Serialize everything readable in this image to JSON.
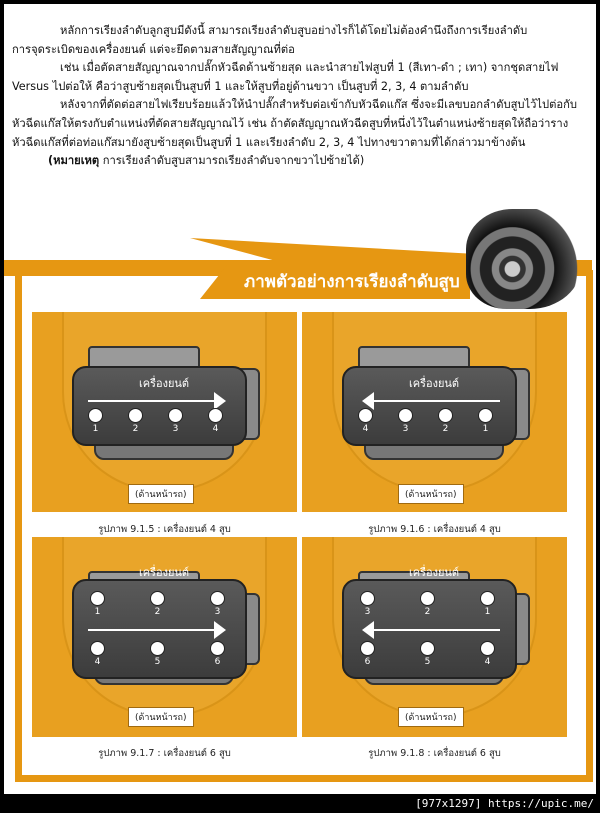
{
  "paragraphs": [
    "หลักการเรียงลำดับลูกสูบมีดังนี้  สามารถเรียงลำดับสูบอย่างไรก็ได้โดยไม่ต้องคำนึงถึงการเรียงลำดับ",
    "การจุดระเบิดของเครื่องยนต์ แต่จะยึดตามสายสัญญาณที่ต่อ",
    "เช่น  เมื่อตัดสายสัญญาณจากปลั๊กหัวฉีดด้านซ้ายสุด และนำสายไฟสูบที่ 1 (สีเทา-ดำ ; เทา) จากชุดสายไฟ",
    "Versus ไปต่อให้ คือว่าสูบซ้ายสุดเป็นสูบที่ 1 และให้สูบที่อยู่ด้านขวา เป็นสูบที่ 2, 3, 4 ตามลำดับ",
    "หลังจากที่ตัดต่อสายไฟเรียบร้อยแล้วให้นำปลั๊กสำหรับต่อเข้ากับหัวฉีดแก๊ส  ซึ่งจะมีเลขบอกลำดับสูบไว้ไปต่อกับ",
    "หัวฉีดแก๊สให้ตรงกับตำแหน่งที่ตัดสายสัญญาณไว้ เช่น ถ้าตัดสัญญาณหัวฉีดสูบที่หนึ่งไว้ในตำแหน่งซ้ายสุดให้ถือว่าราง",
    "หัวฉีดแก๊สที่ต่อท่อแก๊สมายังสูบซ้ายสุดเป็นสูบที่ 1 และเรียงลำดับ 2, 3, 4 ไปทางขวาตามที่ได้กล่าวมาข้างต้น"
  ],
  "note_label": "(หมายเหตุ",
  "note_text": " การเรียงลำดับสูบสามารถเรียงลำดับจากขวาไปซ้ายได้)",
  "banner_title": "ภาพตัวอย่างการเรียงลำดับสูบ",
  "accent_color": "#e69712",
  "figures": [
    {
      "engine_label": "เครื่องยนต์",
      "front_label": "(ด้านหน้ารถ)",
      "caption": "รูปภาพ 9.1.5 : เครื่องยนต์ 4 สูบ",
      "arrow": "right",
      "rows": [
        [
          "1",
          "2",
          "3",
          "4"
        ]
      ]
    },
    {
      "engine_label": "เครื่องยนต์",
      "front_label": "(ด้านหน้ารถ)",
      "caption": "รูปภาพ 9.1.6 : เครื่องยนต์ 4 สูบ",
      "arrow": "left",
      "rows": [
        [
          "4",
          "3",
          "2",
          "1"
        ]
      ]
    },
    {
      "engine_label": "เครื่องยนต์",
      "front_label": "(ด้านหน้ารถ)",
      "caption": "รูปภาพ 9.1.7 : เครื่องยนต์ 6 สูบ",
      "arrow": "right",
      "rows": [
        [
          "1",
          "2",
          "3"
        ],
        [
          "4",
          "5",
          "6"
        ]
      ]
    },
    {
      "engine_label": "เครื่องยนต์",
      "front_label": "(ด้านหน้ารถ)",
      "caption": "รูปภาพ 9.1.8 : เครื่องยนต์ 6 สูบ",
      "arrow": "left",
      "rows": [
        [
          "3",
          "2",
          "1"
        ],
        [
          "6",
          "5",
          "4"
        ]
      ]
    }
  ],
  "footer": "[977x1297] https://upic.me/"
}
